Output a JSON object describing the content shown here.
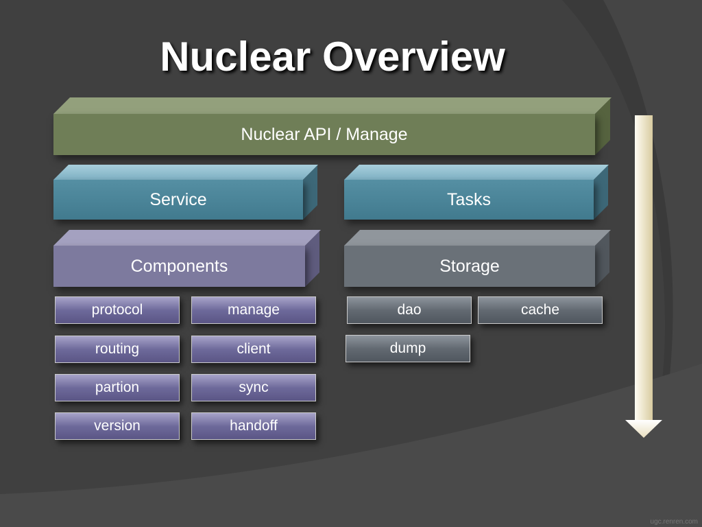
{
  "title": "Nuclear Overview",
  "api": "Nuclear API / Manage",
  "service": "Service",
  "tasks": "Tasks",
  "components": {
    "label": "Components",
    "items": [
      "protocol",
      "manage",
      "routing",
      "client",
      "partion",
      "sync",
      "version",
      "handoff"
    ]
  },
  "storage": {
    "label": "Storage",
    "items": [
      "dao",
      "cache",
      "dump"
    ]
  },
  "watermark": "ugc.renren.com",
  "colors": {
    "api": "#6f7e57",
    "service": "#4a8396",
    "components": "#7d7a9e",
    "storage": "#6a7178",
    "arrow": "#f3ecd2"
  }
}
